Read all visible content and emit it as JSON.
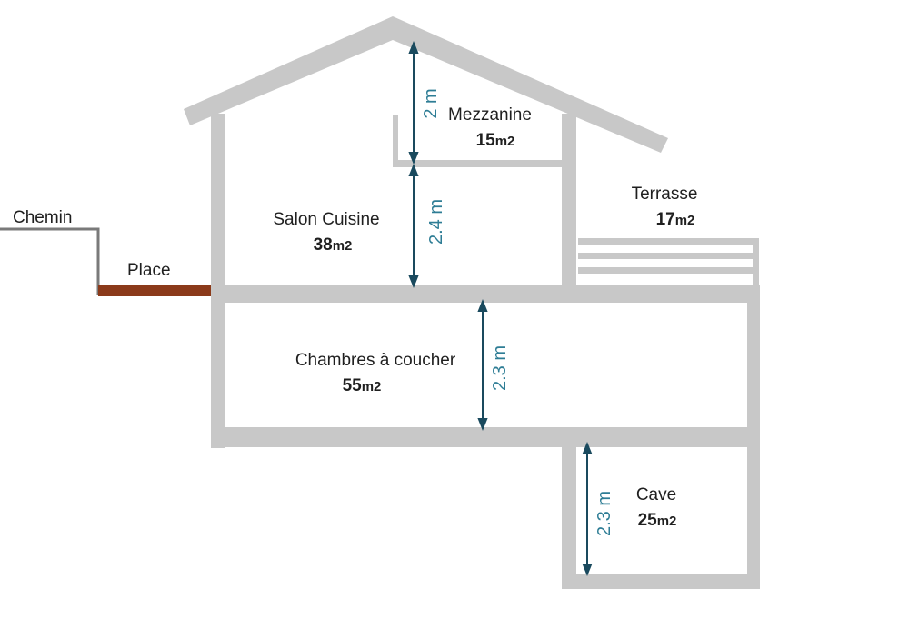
{
  "colors": {
    "wall": "#c8c8c8",
    "path": "#7a7a7a",
    "place": "#8b3a1a",
    "dimension": "#2e7d95",
    "arrow": "#1a4a5e",
    "text": "#1f1f1f"
  },
  "labels": {
    "chemin": "Chemin",
    "place": "Place"
  },
  "rooms": {
    "mezzanine": {
      "name": "Mezzanine",
      "area": "15",
      "unit": "m2"
    },
    "salon": {
      "name": "Salon Cuisine",
      "area": "38",
      "unit": "m2"
    },
    "terrasse": {
      "name": "Terrasse",
      "area": "17",
      "unit": "m2"
    },
    "chambres": {
      "name": "Chambres à coucher",
      "area": "55",
      "unit": "m2"
    },
    "cave": {
      "name": "Cave",
      "area": "25",
      "unit": "m2"
    }
  },
  "heights": {
    "mezzanine": "2 m",
    "salon": "2.4 m",
    "chambres": "2.3 m",
    "cave": "2.3 m"
  }
}
